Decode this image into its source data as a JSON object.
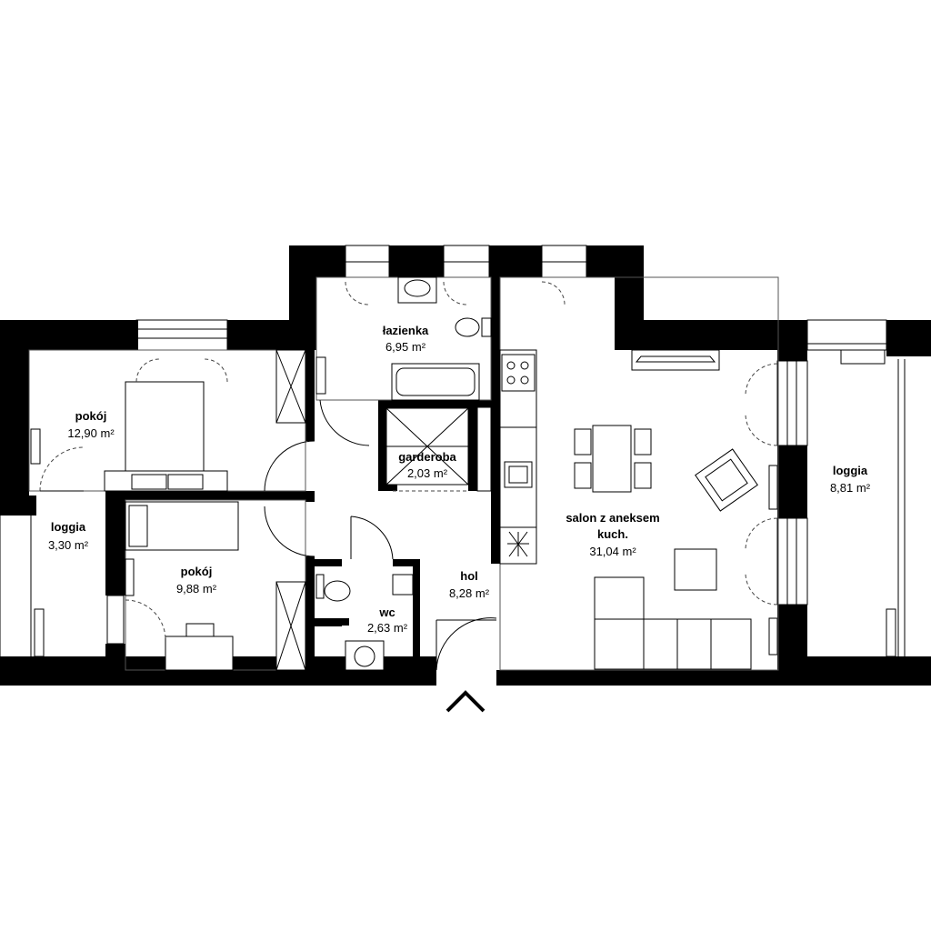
{
  "rooms": {
    "pokoj1": {
      "name": "pokój",
      "area": "12,90 m²"
    },
    "pokoj2": {
      "name": "pokój",
      "area": "9,88 m²"
    },
    "loggia_l": {
      "name": "loggia",
      "area": "3,30 m²"
    },
    "lazienka": {
      "name": "łazienka",
      "area": "6,95 m²"
    },
    "garderoba": {
      "name": "garderoba",
      "area": "2,03 m²"
    },
    "wc": {
      "name": "wc",
      "area": "2,63 m²"
    },
    "hol": {
      "name": "hol",
      "area": "8,28 m²"
    },
    "salon": {
      "name_line1": "salon z aneksem",
      "name_line2": "kuch.",
      "area": "31,04 m²"
    },
    "loggia_r": {
      "name": "loggia",
      "area": "8,81 m²"
    }
  },
  "icons": {
    "entrance": "entrance-chevron-icon"
  }
}
